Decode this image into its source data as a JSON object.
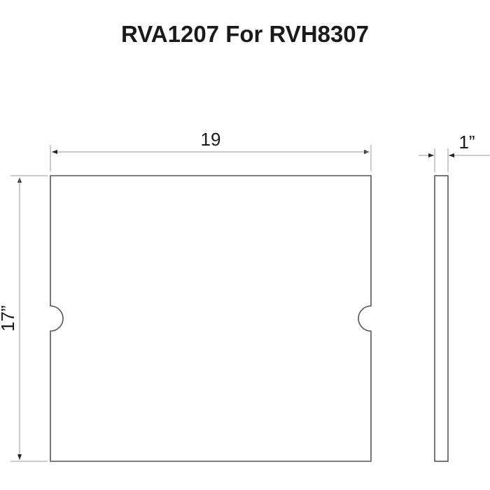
{
  "title": "RVA1207 For RVH8307",
  "dimensions": {
    "width": "19",
    "height": "17”",
    "thickness": "1”"
  },
  "colors": {
    "outline": "#555555",
    "dim_line": "#999999",
    "text": "#1a1a1a"
  }
}
